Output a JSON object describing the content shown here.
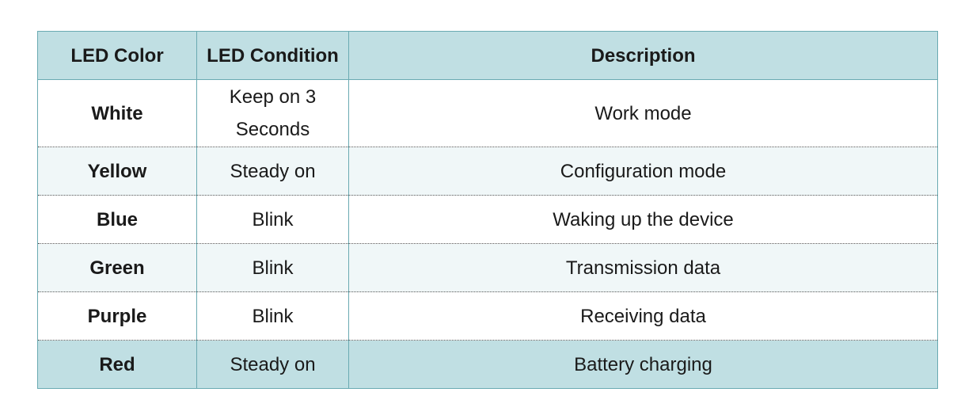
{
  "table": {
    "headers": [
      "LED Color",
      "LED Condition",
      "Description"
    ],
    "rows": [
      {
        "color": "White",
        "condition": "Keep on 3 Seconds",
        "description": "Work mode"
      },
      {
        "color": "Yellow",
        "condition": "Steady on",
        "description": "Configuration mode"
      },
      {
        "color": "Blue",
        "condition": "Blink",
        "description": "Waking up the device"
      },
      {
        "color": "Green",
        "condition": "Blink",
        "description": "Transmission data"
      },
      {
        "color": "Purple",
        "condition": "Blink",
        "description": "Receiving data"
      },
      {
        "color": "Red",
        "condition": "Steady on",
        "description": "Battery charging"
      }
    ]
  },
  "colors": {
    "header_bg": "#c0dfe3",
    "alt_row_bg": "#f0f7f8",
    "border": "#6aaab2"
  }
}
